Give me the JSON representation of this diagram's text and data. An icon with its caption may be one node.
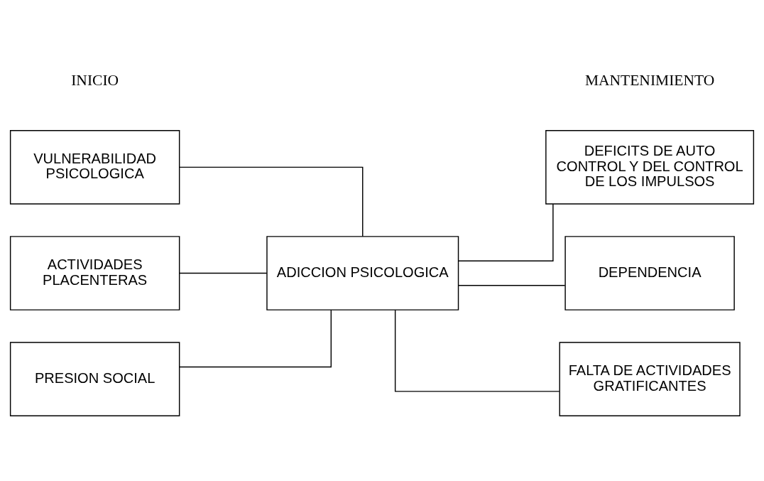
{
  "diagram": {
    "nodes": [
      {
        "text": [
          "VULNERABILIDAD PSICOLOGICA"
        ]
      },
      {
        "text": [
          "ACTIVIDADES PLACENTERAS"
        ]
      },
      {
        "text": [
          "PRESION SOCIAL"
        ]
      },
      {
        "text": [
          "ADICCION PSICOLOGICA"
        ]
      },
      {
        "text": [
          "DEFICITS DE AUTO CONTROL Y DEL CONTROL DE LOS IMPULSOS"
        ]
      },
      {
        "text": [
          "DEPENDENCIA"
        ]
      },
      {
        "text": [
          "FALTA DE ACTIVIDADES GRATIFICANTES"
        ]
      }
    ],
    "edges": [
      {
        "from": 0,
        "to": 3,
        "arrow": "none"
      },
      {
        "from": 1,
        "to": 3,
        "arrow": "none"
      },
      {
        "from": 2,
        "to": 3,
        "arrow": "none"
      },
      {
        "from": 3,
        "to": 4,
        "arrow": "none"
      },
      {
        "from": 3,
        "to": 5,
        "arrow": "none"
      },
      {
        "from": 3,
        "to": 6,
        "arrow": "none"
      }
    ],
    "labels": [
      "INICIO",
      "MANTENIMIENTO"
    ]
  }
}
